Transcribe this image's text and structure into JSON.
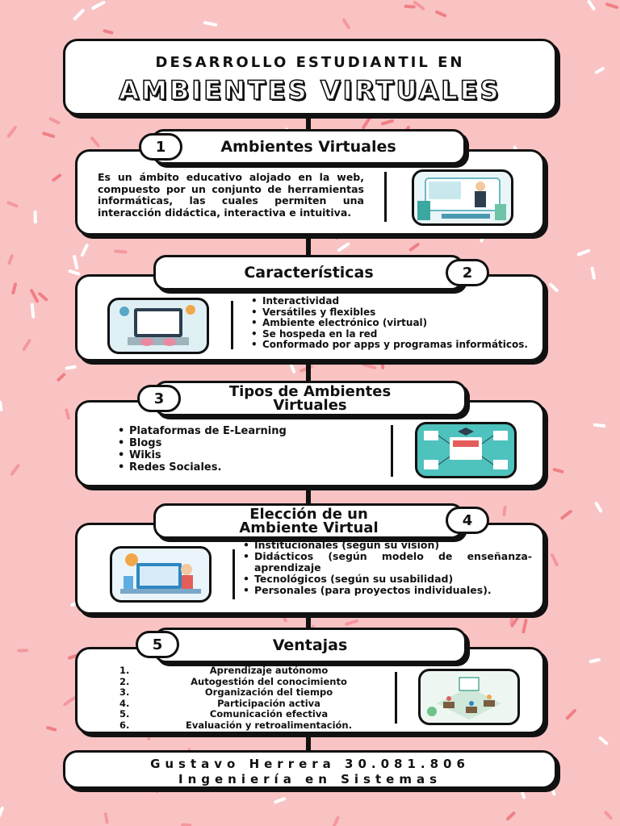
{
  "header": {
    "line1": "DESARROLLO ESTUDIANTIL EN",
    "line2": "AMBIENTES VIRTUALES"
  },
  "sections": [
    {
      "number": "1",
      "title": "Ambientes Virtuales",
      "text": "Es un ámbito educativo alojado en la web, compuesto por un conjunto de herramientas informáticas, las cuales permiten una interacción didáctica, interactiva e intuitiva.",
      "illustration": "presenter-screen-illustration"
    },
    {
      "number": "2",
      "title": "Características",
      "items": [
        "Interactividad",
        "Versátiles y flexibles",
        "Ambiente electrónico (virtual)",
        "Se hospeda en la red",
        "Conformado por apps y programas informáticos."
      ],
      "illustration": "laptop-typing-illustration"
    },
    {
      "number": "3",
      "title_line1": "Tipos de Ambientes",
      "title_line2": "Virtuales",
      "items": [
        "Plataformas de E-Learning",
        "Blogs",
        "Wikis",
        "Redes Sociales."
      ],
      "illustration": "elearning-network-illustration"
    },
    {
      "number": "4",
      "title_line1": "Elección de un",
      "title_line2": "Ambiente Virtual",
      "items": [
        "Institucionales (según su visión)",
        "Didácticos (según modelo de enseñanza-aprendizaje",
        "Tecnológicos (según su usabilidad)",
        "Personales (para proyectos individuales)."
      ],
      "illustration": "online-study-illustration"
    },
    {
      "number": "5",
      "title": "Ventajas",
      "items": [
        {
          "n": "1.",
          "text": "Aprendizaje autónomo"
        },
        {
          "n": "2.",
          "text": "Autogestión del conocimiento"
        },
        {
          "n": "3.",
          "text": "Organización del tiempo"
        },
        {
          "n": "4.",
          "text": "Participación activa"
        },
        {
          "n": "5.",
          "text": "Comunicación efectiva"
        },
        {
          "n": "6.",
          "text": "Evaluación y retroalimentación."
        }
      ],
      "illustration": "virtual-classroom-illustration"
    }
  ],
  "footer": {
    "name_line": "Gustavo Herrera 30.081.806",
    "career_line": "Ingeniería en Sistemas"
  },
  "colors": {
    "background": "#f9c3c4",
    "sprinkles": [
      "#ffffff",
      "#f07f86",
      "#f4989d"
    ],
    "outline": "#111111"
  }
}
